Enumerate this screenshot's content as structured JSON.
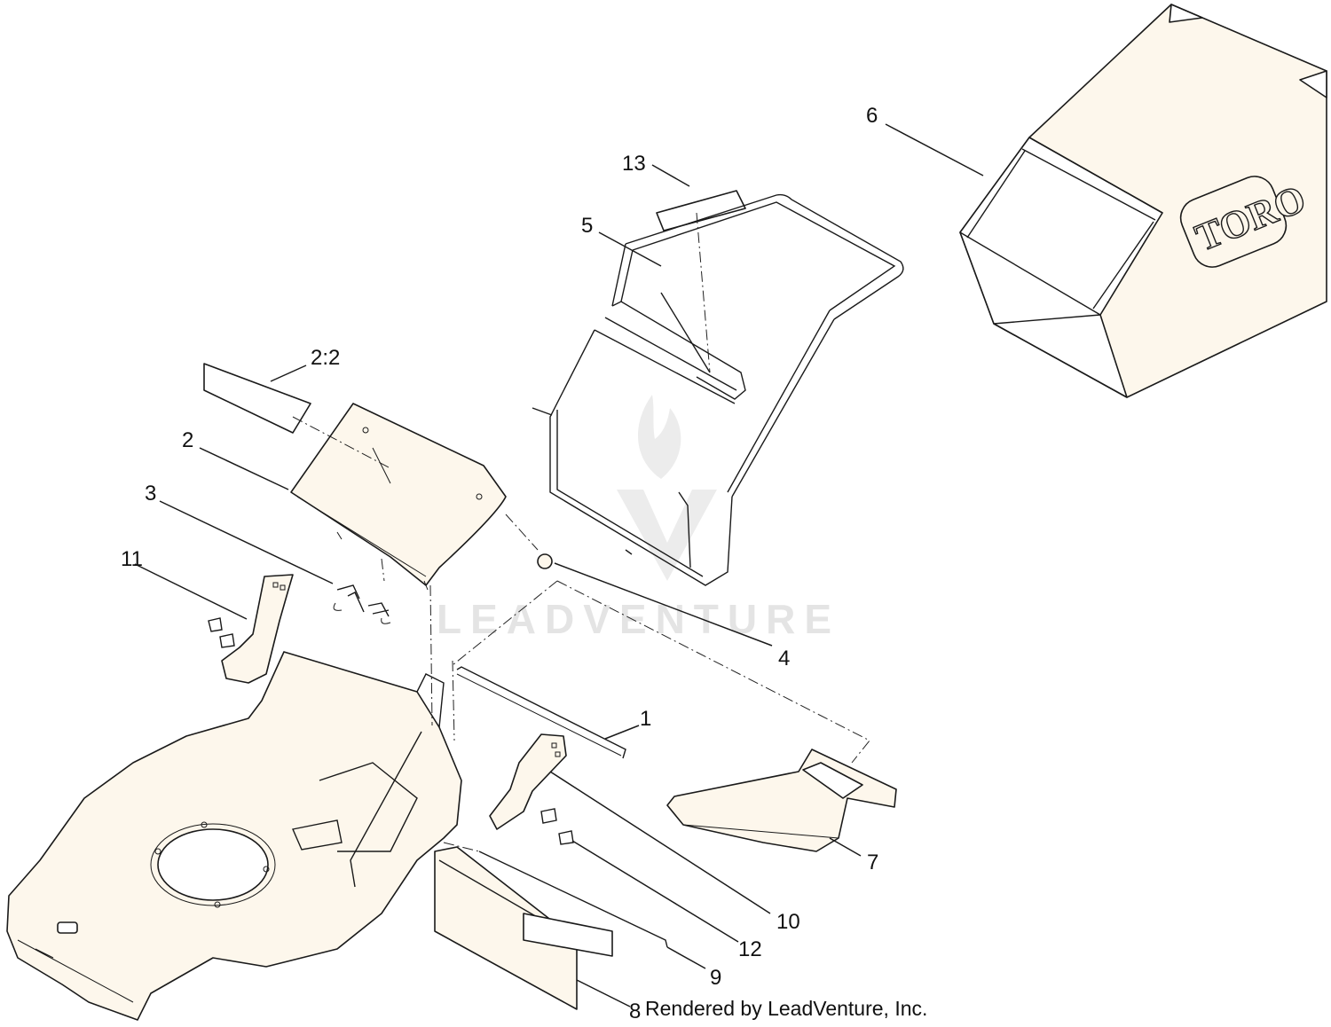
{
  "diagram": {
    "callouts": [
      {
        "id": "c1",
        "label": "1"
      },
      {
        "id": "c2",
        "label": "2"
      },
      {
        "id": "c2_2",
        "label": "2:2"
      },
      {
        "id": "c3",
        "label": "3"
      },
      {
        "id": "c4",
        "label": "4"
      },
      {
        "id": "c5",
        "label": "5"
      },
      {
        "id": "c6",
        "label": "6"
      },
      {
        "id": "c7",
        "label": "7"
      },
      {
        "id": "c8",
        "label": "8"
      },
      {
        "id": "c9",
        "label": "9"
      },
      {
        "id": "c10",
        "label": "10"
      },
      {
        "id": "c11",
        "label": "11"
      },
      {
        "id": "c12",
        "label": "12"
      },
      {
        "id": "c13",
        "label": "13"
      }
    ],
    "bag_logo": "TORO",
    "watermark": "LEADVENTURE",
    "credit": "Rendered by LeadVenture, Inc."
  }
}
